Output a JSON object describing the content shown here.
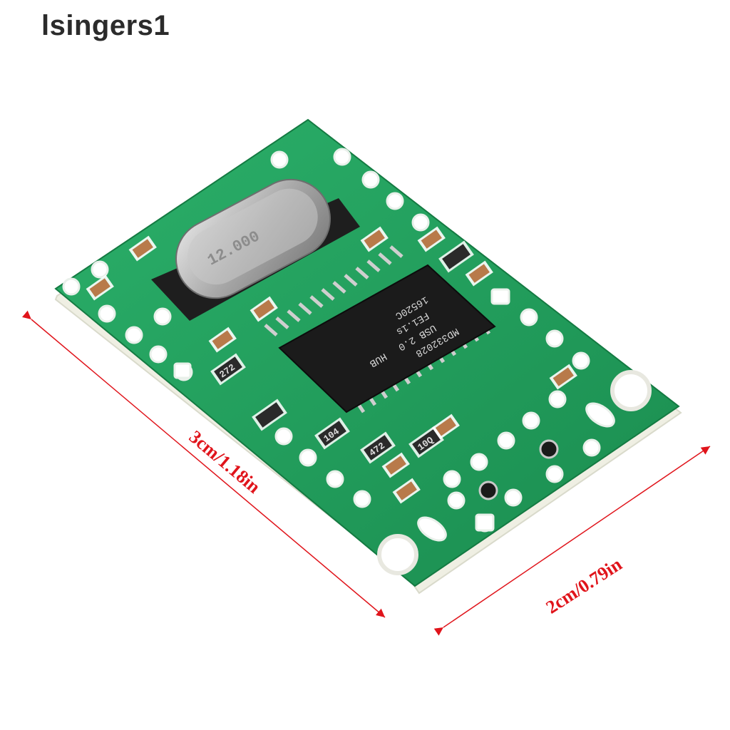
{
  "watermark": "lsingers1",
  "dimensions": {
    "length": "3cm/1.18in",
    "width": "2cm/0.79in"
  },
  "chip_markings": {
    "line1": "MD332028",
    "line2": "USB 2.0",
    "line3": "HUB",
    "line4": "FE1.1s",
    "line5": "16520C"
  },
  "crystal_marking": "12.000",
  "resistor_markings": [
    "272",
    "104",
    "472",
    "10Q"
  ],
  "colors": {
    "pcb": "#1f9d5a",
    "pcb_edge": "#f1f2e6",
    "dimension_line": "#e0141b",
    "chip": "#1b1b1b",
    "crystal": "#b9b9b9"
  }
}
